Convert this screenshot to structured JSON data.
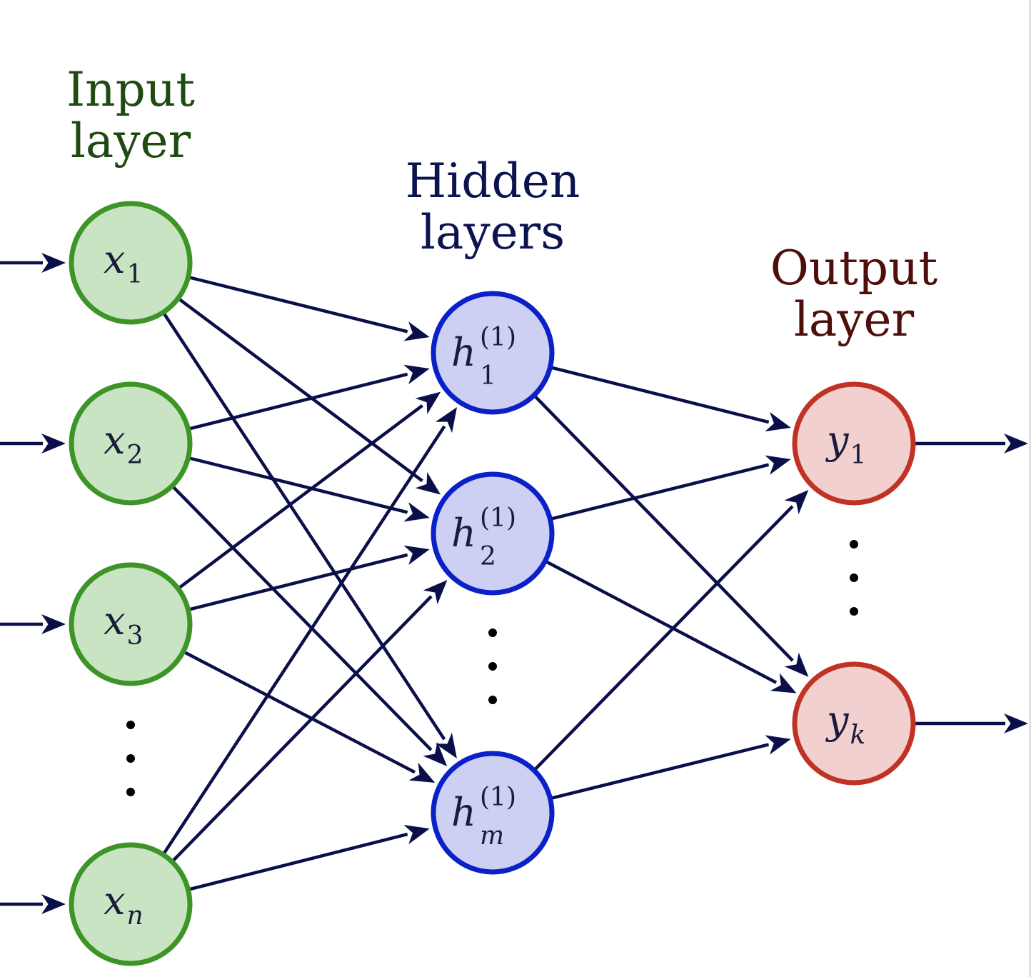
{
  "colors": {
    "edge": "#0a0f4a",
    "input_fill": "#c8e4c2",
    "input_stroke": "#3d9427",
    "input_title": "#1f4a12",
    "hidden_fill": "#cdd0f2",
    "hidden_stroke": "#0a20c8",
    "hidden_title": "#0c1450",
    "output_fill": "#f2d0d0",
    "output_stroke": "#c03224",
    "output_title": "#4e0e0a",
    "label_text": "#1a1a3a"
  },
  "titles": {
    "input": [
      "Input",
      "layer"
    ],
    "hidden": [
      "Hidden",
      "layers"
    ],
    "output": [
      "Output",
      "layer"
    ]
  },
  "layers": {
    "input": [
      {
        "id": "x1",
        "var": "x",
        "sub": "1"
      },
      {
        "id": "x2",
        "var": "x",
        "sub": "2"
      },
      {
        "id": "x3",
        "var": "x",
        "sub": "3"
      },
      {
        "id": "xn",
        "var": "x",
        "sub": "n"
      }
    ],
    "hidden": [
      {
        "id": "h1",
        "var": "h",
        "sup": "(1)",
        "sub": "1"
      },
      {
        "id": "h2",
        "var": "h",
        "sup": "(1)",
        "sub": "2"
      },
      {
        "id": "hm",
        "var": "h",
        "sup": "(1)",
        "sub": "m"
      }
    ],
    "output": [
      {
        "id": "y1",
        "var": "y",
        "sub": "1"
      },
      {
        "id": "yk",
        "var": "y",
        "sub": "k"
      }
    ]
  },
  "connections": [
    [
      "x1",
      "h1"
    ],
    [
      "x1",
      "h2"
    ],
    [
      "x1",
      "hm"
    ],
    [
      "x2",
      "h1"
    ],
    [
      "x2",
      "h2"
    ],
    [
      "x2",
      "hm"
    ],
    [
      "x3",
      "h1"
    ],
    [
      "x3",
      "h2"
    ],
    [
      "x3",
      "hm"
    ],
    [
      "xn",
      "h1"
    ],
    [
      "xn",
      "h2"
    ],
    [
      "xn",
      "hm"
    ],
    [
      "h1",
      "y1"
    ],
    [
      "h1",
      "yk"
    ],
    [
      "h2",
      "y1"
    ],
    [
      "h2",
      "yk"
    ],
    [
      "hm",
      "y1"
    ],
    [
      "hm",
      "yk"
    ]
  ],
  "external_inputs": [
    "x1",
    "x2",
    "x3",
    "xn"
  ],
  "external_outputs": [
    "y1",
    "yk"
  ]
}
